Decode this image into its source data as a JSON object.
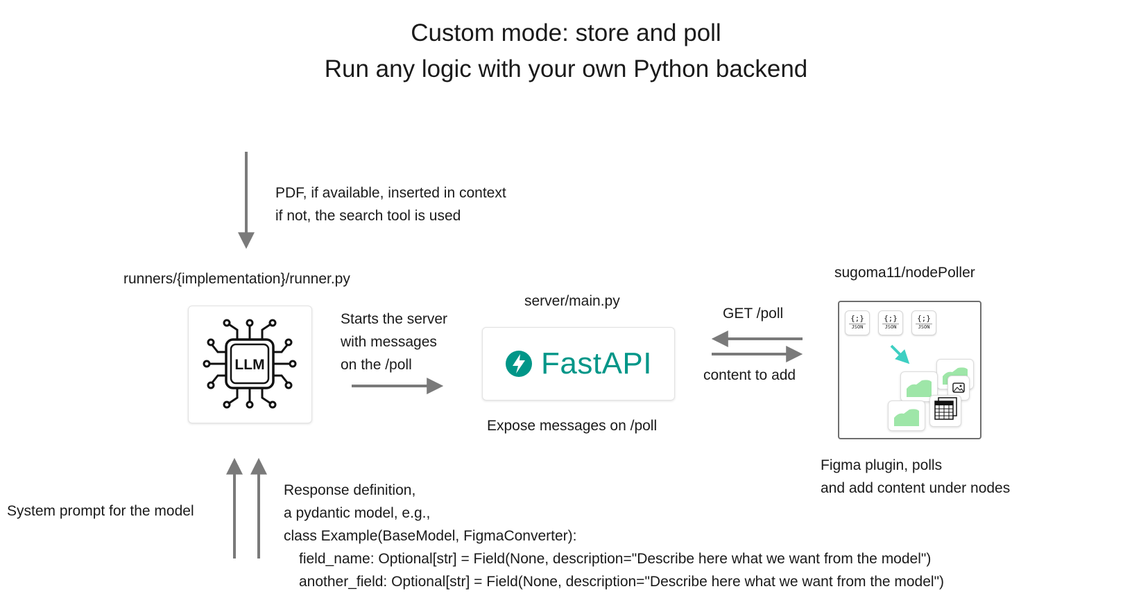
{
  "title": {
    "line1": "Custom mode: store and poll",
    "line2": "Run any logic with your own Python backend"
  },
  "input_note": {
    "line1": "PDF, if available, inserted in context",
    "line2": "if not, the search tool is used"
  },
  "runner": {
    "path": "runners/{implementation}/runner.py",
    "chip_label": "LLM"
  },
  "starts_server": {
    "line1": "Starts the server",
    "line2": "with messages",
    "line3": "on the /poll"
  },
  "server": {
    "path": "server/main.py",
    "logo_text": "FastAPI",
    "caption": "Expose messages on /poll"
  },
  "exchange": {
    "top": "GET /poll",
    "bottom": "content to add"
  },
  "plugin": {
    "repo": "sugoma11/nodePoller",
    "badge_text": "JSON",
    "badge_glyph": "{;}",
    "caption_line1": "Figma plugin, polls",
    "caption_line2": "and add content under nodes"
  },
  "system_prompt": "System prompt for the model",
  "response_def": {
    "line1": "Response definition,",
    "line2": "a pydantic model, e.g.,",
    "line3": "class Example(BaseModel, FigmaConverter):",
    "line4": "field_name: Optional[str] = Field(None, description=\"Describe here what we want from the model\")",
    "line5": "another_field: Optional[str] = Field(None, description=\"Describe here what we want from the model\")"
  },
  "colors": {
    "arrow": "#7a7a7a",
    "fastapi": "#009688",
    "teal_arrow": "#3ecfc2",
    "green_tile": "#9ee6a8"
  },
  "icons": [
    "llm-chip-icon",
    "fastapi-logo-icon",
    "json-file-icon",
    "image-icon",
    "table-icon"
  ]
}
